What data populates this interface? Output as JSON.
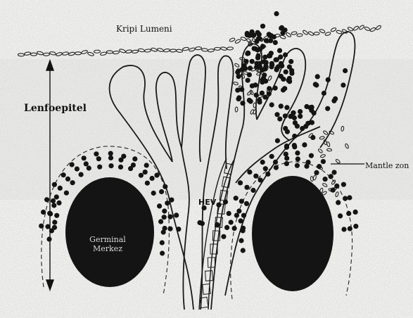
{
  "labels": {
    "kripti_lumeni": "Kripi Lumeni",
    "lenfoepitel": "Lenfoepitel",
    "mantle_zone": "Mantle zon",
    "hev": "HEV",
    "germinal_line1": "Germinal",
    "germinal_line2": "Merkez"
  },
  "colors": {
    "background": "#efefed",
    "ink": "#111111",
    "nucleus_fill": "#141414"
  },
  "icons": {
    "arrow": "double-headed-arrow",
    "pointer": "pointer-line"
  }
}
